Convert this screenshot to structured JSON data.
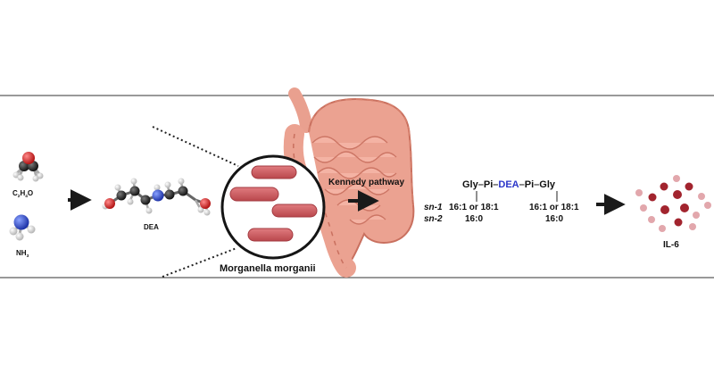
{
  "molecules": {
    "epoxide": {
      "prefix": "C",
      "c_sub": "2",
      "mid": "H",
      "h_sub": "4",
      "suffix": "O"
    },
    "ammonia": {
      "prefix": "NH",
      "sub": "3"
    },
    "dea": "DEA"
  },
  "bacteria_label": "Morganella morganii",
  "pathway_label": "Kennedy pathway",
  "lipid": {
    "backbone": [
      "Gly",
      "Pi",
      "DEA",
      "Pi",
      "Gly"
    ],
    "sn1_label": "sn-1",
    "sn2_label": "sn-2",
    "left_sn1": "16:1 or 18:1",
    "left_sn2": "16:0",
    "right_sn1": "16:1 or 18:1",
    "right_sn2": "16:0"
  },
  "output_label": "IL-6",
  "colors": {
    "bacterium": "#c9575b",
    "dea_highlight": "#2a35c9",
    "oxygen": "#d42020",
    "nitrogen": "#2f4fd0",
    "carbon": "#2b2b2b",
    "hydrogen": "#e8e8e8",
    "intestine": "#e9a08f",
    "dot_dark": "#a2242e",
    "dot_light": "#e2a7ac"
  }
}
